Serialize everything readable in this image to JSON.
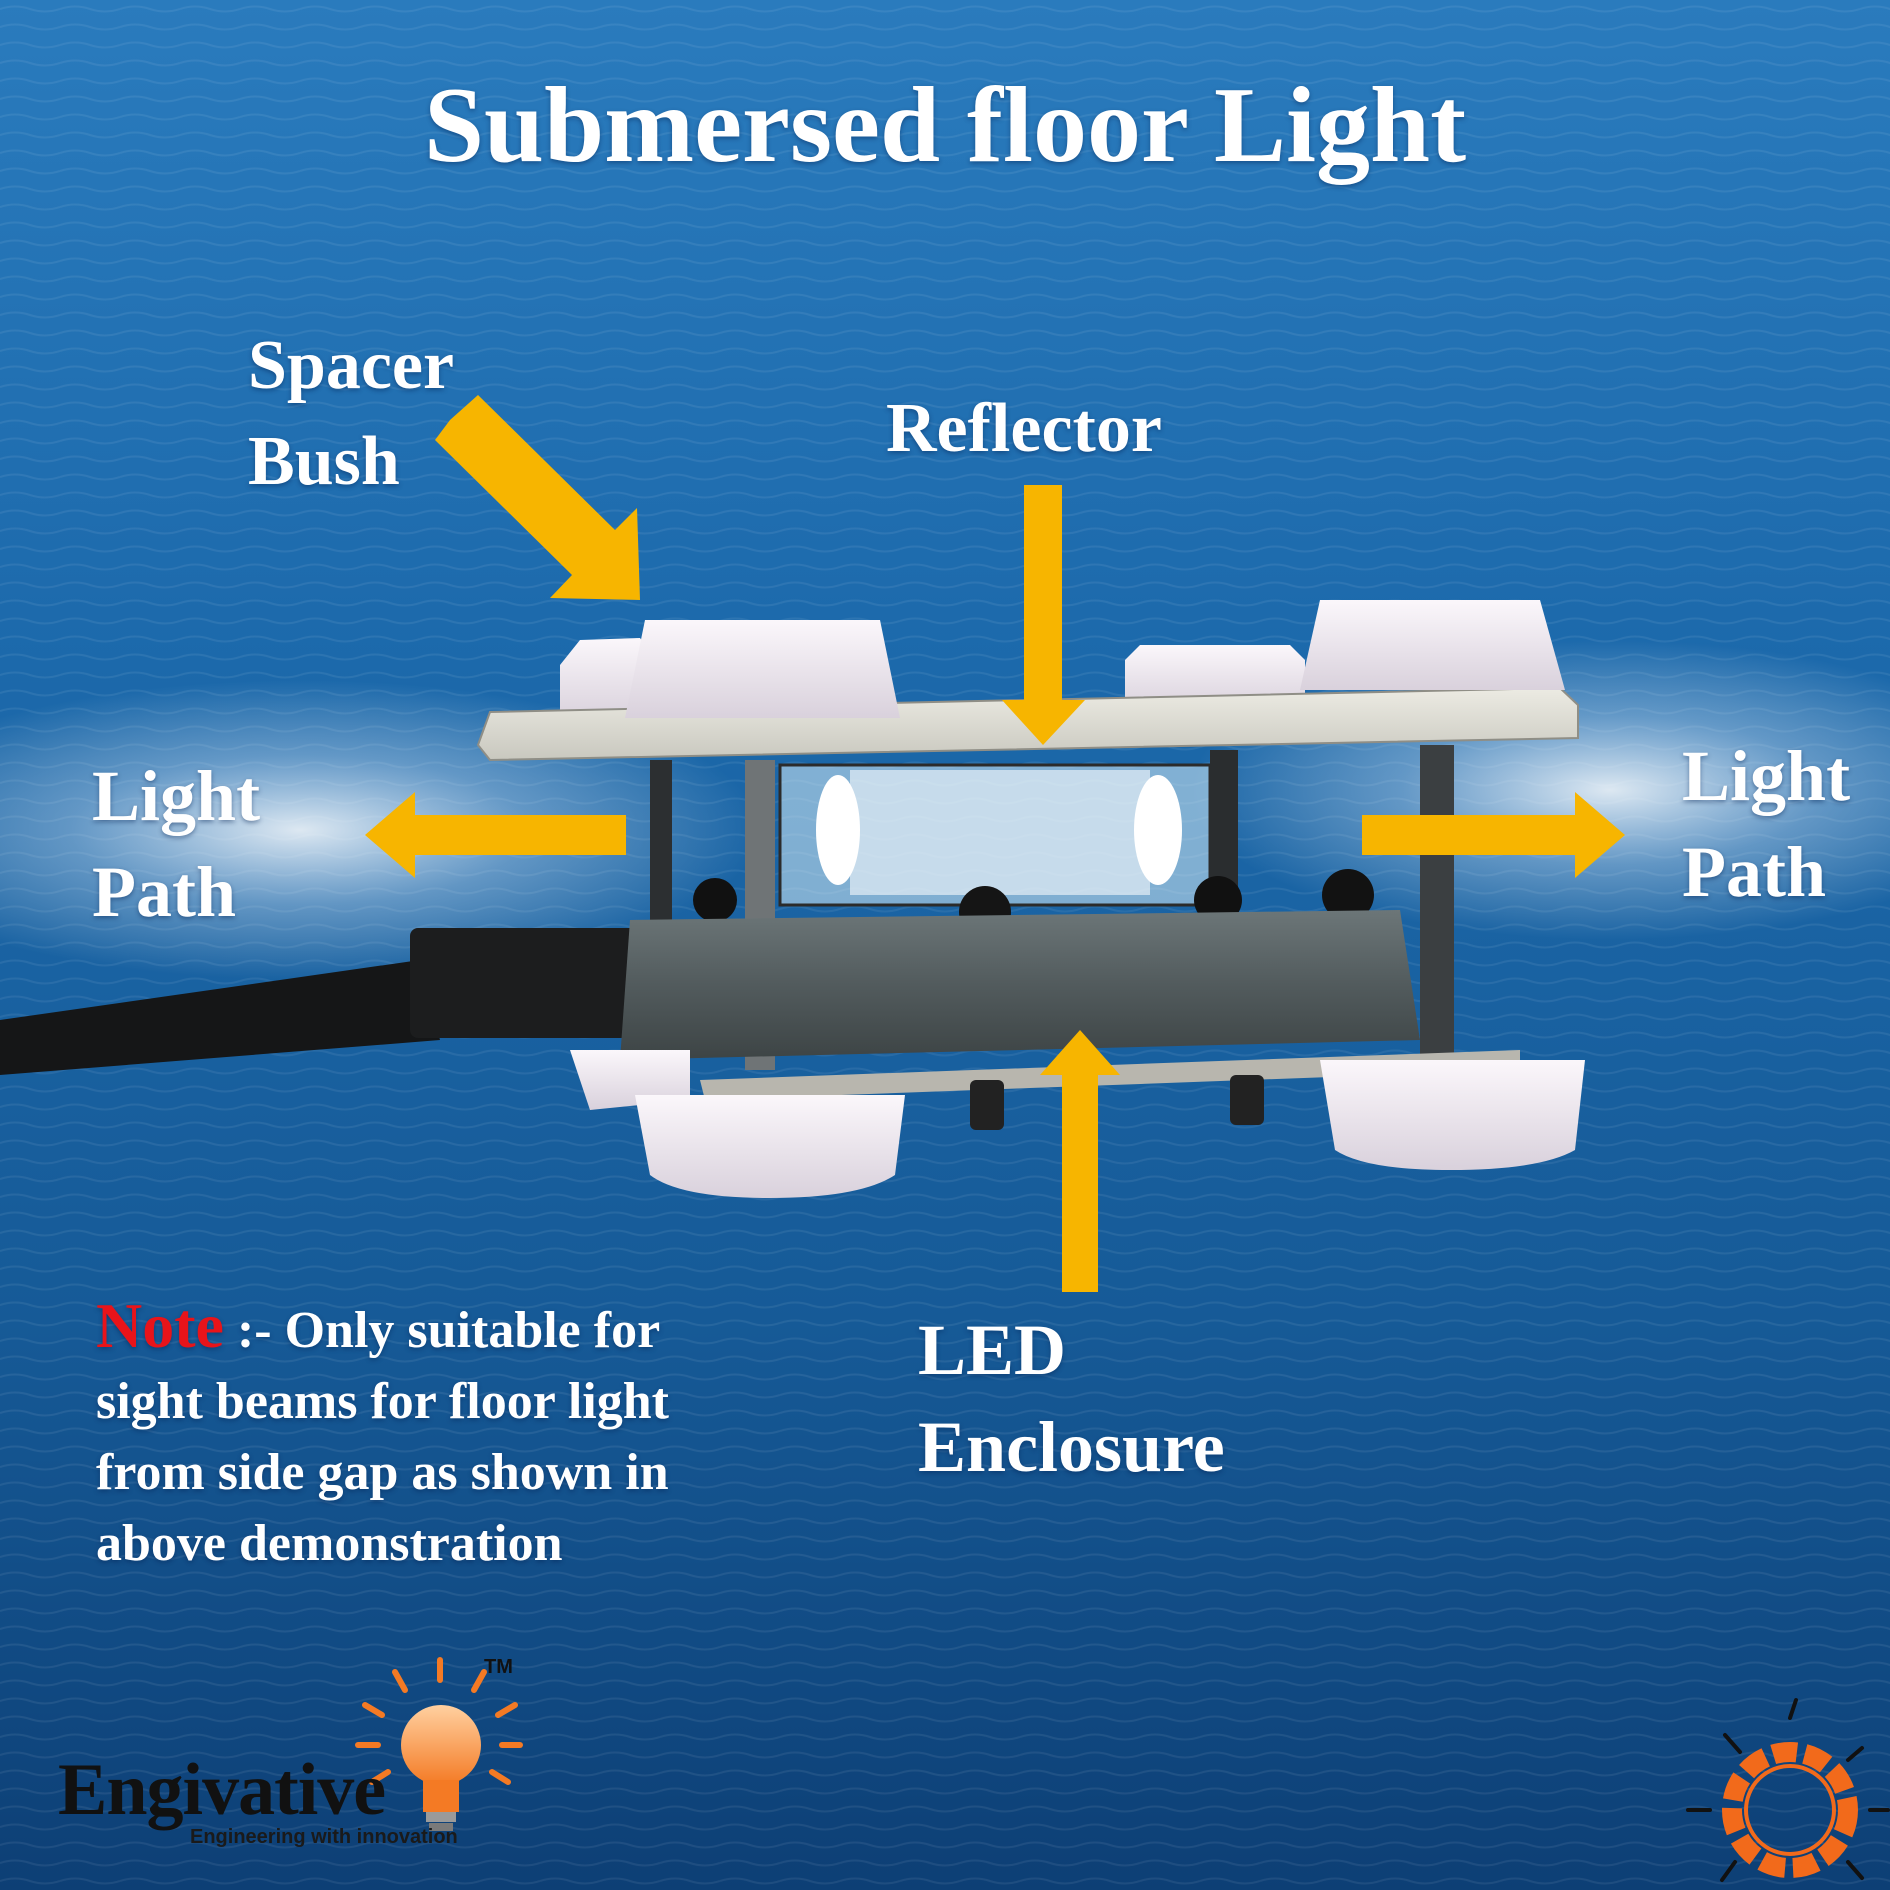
{
  "title": "Submersed floor Light",
  "labels": {
    "spacer_bush": [
      "Spacer",
      "Bush"
    ],
    "reflector": "Reflector",
    "light_path_left": [
      "Light",
      "Path"
    ],
    "light_path_right": [
      "Light",
      "Path"
    ],
    "led_enclosure": [
      "LED",
      "Enclosure"
    ]
  },
  "note": {
    "keyword": "Note",
    "separator": " :- ",
    "text": "Only suitable for sight beams for floor light from side gap as shown in above demonstration"
  },
  "logo": {
    "name": "Engivative",
    "tagline": "Engineering with innovation",
    "trademark": "TM"
  },
  "colors": {
    "sea_dark": "#0e3f7a",
    "sea_mid": "#1f6cad",
    "sea_light": "#4d9ad0",
    "arrow": "#f7b500",
    "text": "#ffffff",
    "note_keyword": "#e8141a",
    "bulb": "#f47a24",
    "corner_gear": "#f26a1b"
  },
  "icons": [
    "lightbulb-icon",
    "gear-sun-icon"
  ]
}
